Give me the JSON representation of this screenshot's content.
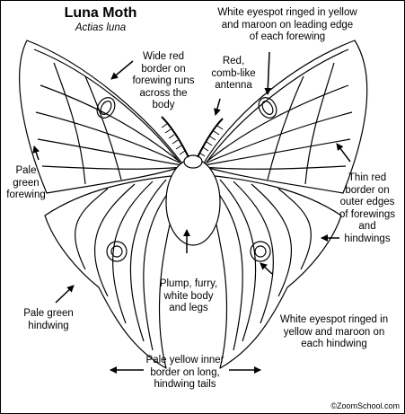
{
  "title": "Luna Moth",
  "scientific_name": "Actias luna",
  "labels": {
    "forewing_eyespot": "White eyespot ringed in yellow\nand maroon on leading edge\nof each forewing",
    "red_border": "Wide red\nborder on\nforewing runs\nacross the\nbody",
    "antenna": "Red,\ncomb-like\nantenna",
    "forewing": "Pale\ngreen\nforewing",
    "outer_border": "Thin red\nborder on\nouter edges\nof forewings\nand\nhindwings",
    "body": "Plump, furry,\nwhite body\nand legs",
    "hindwing": "Pale green\nhindwing",
    "hindwing_eyespot": "White eyespot ringed in\nyellow and maroon on\neach hindwing",
    "tails": "Pale yellow inner\nborder on long,\nhindwing tails"
  },
  "credit": "©ZoomSchool.com"
}
